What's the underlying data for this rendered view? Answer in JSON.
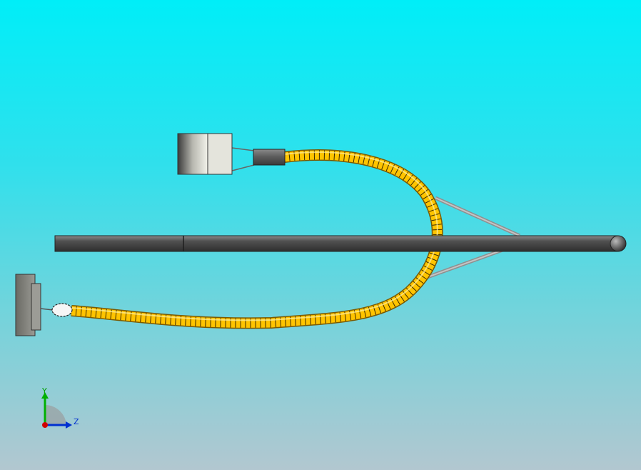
{
  "viewport": {
    "background_top": "#00eef8",
    "background_bottom": "#b2c7d0"
  },
  "model": {
    "parts": [
      {
        "name": "main-rod",
        "color": "#4a4a4a"
      },
      {
        "name": "upper-connector-block",
        "color": "#d8d8d0"
      },
      {
        "name": "upper-ferrule",
        "color": "#555555"
      },
      {
        "name": "corrugated-cable",
        "color": "#f0b800"
      },
      {
        "name": "lower-clamp-block",
        "color": "#8a8a84"
      },
      {
        "name": "loop-fitting",
        "color": "#f4f4f4"
      },
      {
        "name": "support-struts",
        "color": "#a8a8a8"
      }
    ]
  },
  "triad": {
    "y_label": "Y",
    "z_label": "Z",
    "y_color": "#00b000",
    "z_color": "#0030d0",
    "x_color": "#d00000"
  }
}
